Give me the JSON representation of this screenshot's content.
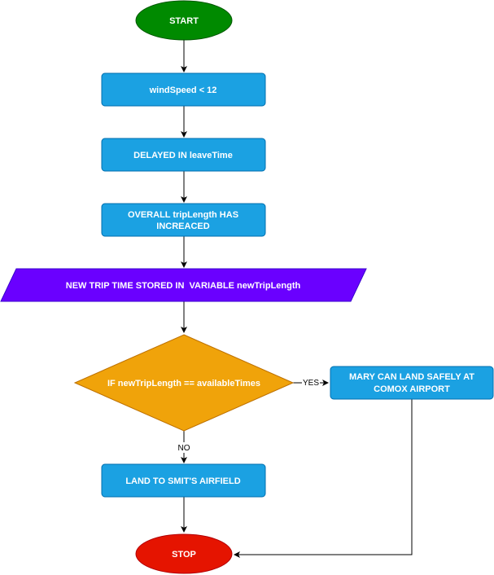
{
  "diagram": {
    "nodes": {
      "start": {
        "label": "START"
      },
      "wind_speed": {
        "label": "windSpeed < 12"
      },
      "delayed": {
        "label": "DELAYED IN leaveTime"
      },
      "overall": {
        "label_line1": "OVERALL tripLength HAS",
        "label_line2": "INCREACED"
      },
      "new_trip": {
        "label": "NEW TRIP TIME STORED IN  VARIABLE newTripLength"
      },
      "decision": {
        "label": "IF newTripLength == availableTimes"
      },
      "mary": {
        "label_line1": "MARY CAN LAND SAFELY AT",
        "label_line2": "COMOX AIRPORT"
      },
      "smits": {
        "label": "LAND TO SMIT'S AIRFIELD"
      },
      "stop": {
        "label": "STOP"
      }
    },
    "edges": {
      "yes_label": "YES",
      "no_label": "NO"
    },
    "colors": {
      "start_fill": "#008a00",
      "stop_fill": "#e51400",
      "process_fill": "#1ba1e2",
      "process_stroke": "#006eaf",
      "io_fill": "#6a00ff",
      "io_stroke": "#3700cc",
      "decision_fill": "#f0a30a",
      "decision_stroke": "#bd7000",
      "terminal_stroke": "#b20000",
      "start_stroke": "#005700",
      "line": "#000000",
      "text": "#ffffff"
    }
  }
}
